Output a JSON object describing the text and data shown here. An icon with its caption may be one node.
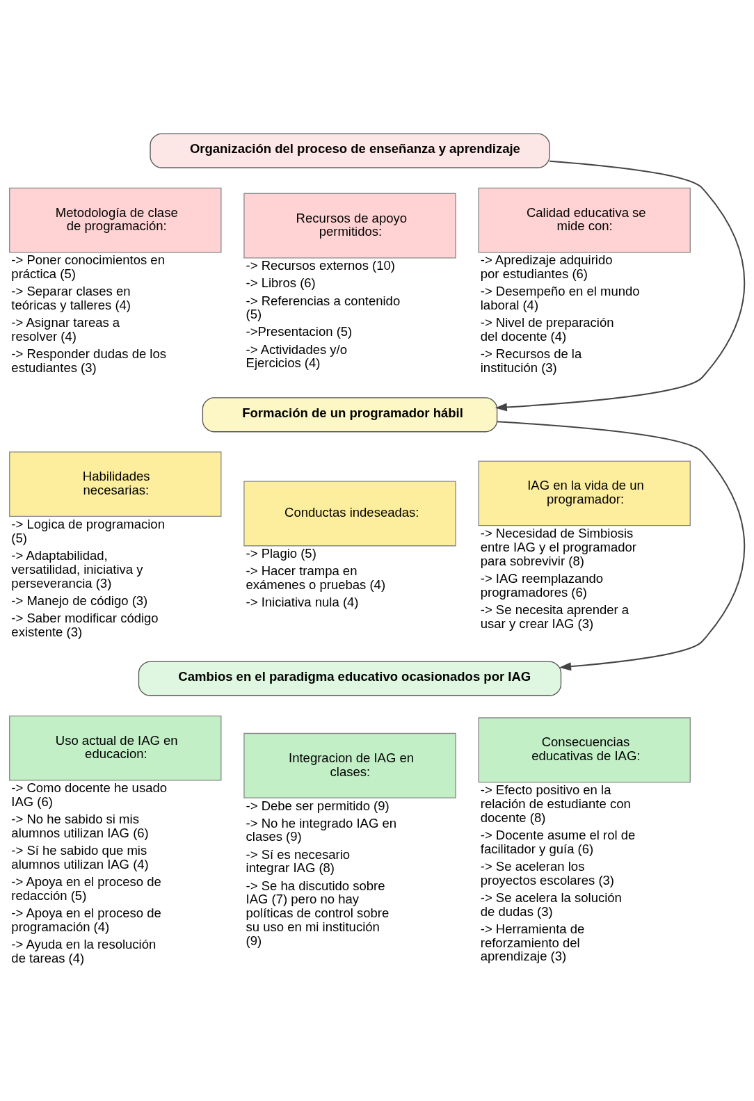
{
  "diagram": {
    "nodes": [
      {
        "text": [
          "Organización del proceso de enseñanza y aprendizaje"
        ]
      },
      {
        "text": [
          "Metodología de clase de programación:"
        ],
        "beside": [
          "-> Poner conocimientos en práctica (5)",
          "-> Separar clases en teóricas y talleres (4)",
          "-> Asignar tareas a resolver (4)",
          "-> Responder dudas de los estudiantes (3)"
        ]
      },
      {
        "text": [
          "Recursos de apoyo permitidos:"
        ],
        "beside": [
          "-> Recursos externos (10)",
          "-> Libros (6)",
          "-> Referencias a contenido (5)",
          "->Presentacion (5)",
          "-> Actividades y/o Ejercicios (4)"
        ]
      },
      {
        "text": [
          "Calidad educativa se mide con:"
        ],
        "beside": [
          "-> Apredizaje adquirido por estudiantes (6)",
          "-> Desempeño en el mundo laboral (4)",
          "-> Nivel de preparación del docente (4)",
          "-> Recursos de la institución (3)"
        ]
      },
      {
        "text": [
          "Formación de un programador hábil"
        ]
      },
      {
        "text": [
          "Habilidades necesarias:"
        ],
        "beside": [
          "-> Logica de programacion (5)",
          "-> Adaptabilidad, versatilidad, iniciativa y perseverancia (3)",
          "-> Manejo de código (3)",
          "-> Saber modificar código existente (3)"
        ]
      },
      {
        "text": [
          "Conductas indeseadas:"
        ],
        "beside": [
          "-> Plagio (5)",
          "-> Hacer trampa en exámenes o pruebas (4)",
          "-> Iniciativa nula (4)"
        ]
      },
      {
        "text": [
          "IAG en la vida de un programador:"
        ],
        "beside": [
          "-> Necesidad de Simbiosis entre IAG y el programador para sobrevivir (8)",
          "-> IAG reemplazando programadores (6)",
          "-> Se necesita aprender a usar y crear IAG (3)"
        ]
      },
      {
        "text": [
          "Cambios en el paradigma educativo ocasionados por IAG"
        ]
      },
      {
        "text": [
          "Uso actual de IAG en educacion:"
        ],
        "beside": [
          "-> Como docente he usado IAG (6)",
          "-> No he sabido si mis alumnos utilizan IAG (6)",
          "-> Sí he sabido que mis alumnos utilizan IAG (4)",
          "-> Apoya en el proceso de redacción (5)",
          "-> Apoya en el proceso de programación (4)",
          "-> Ayuda en la resolución de tareas (4)"
        ]
      },
      {
        "text": [
          "Integracion de IAG en clases:"
        ],
        "beside": [
          "-> Debe ser permitido (9)",
          "-> No he integrado IAG en clases (9)",
          "-> Sí es necesario integrar IAG (8)",
          "-> Se ha discutido sobre IAG (7) pero no hay políticas de control sobre su uso en mi institución (9)"
        ]
      },
      {
        "text": [
          "Consecuencias educativas de IAG:"
        ],
        "beside": [
          "-> Efecto positivo en la relación de estudiante con docente (8)",
          "-> Docente asume el rol de facilitador y guía (6)",
          "-> Se aceleran los proyectos escolares (3)",
          "-> Se acelera la solución de dudas (3)",
          "-> Herramienta de reforzamiento del aprendizaje (3)"
        ]
      }
    ],
    "edges": [
      {
        "from": 0,
        "to": 4,
        "arrow": "to"
      },
      {
        "from": 4,
        "to": 8,
        "arrow": "to"
      }
    ]
  }
}
